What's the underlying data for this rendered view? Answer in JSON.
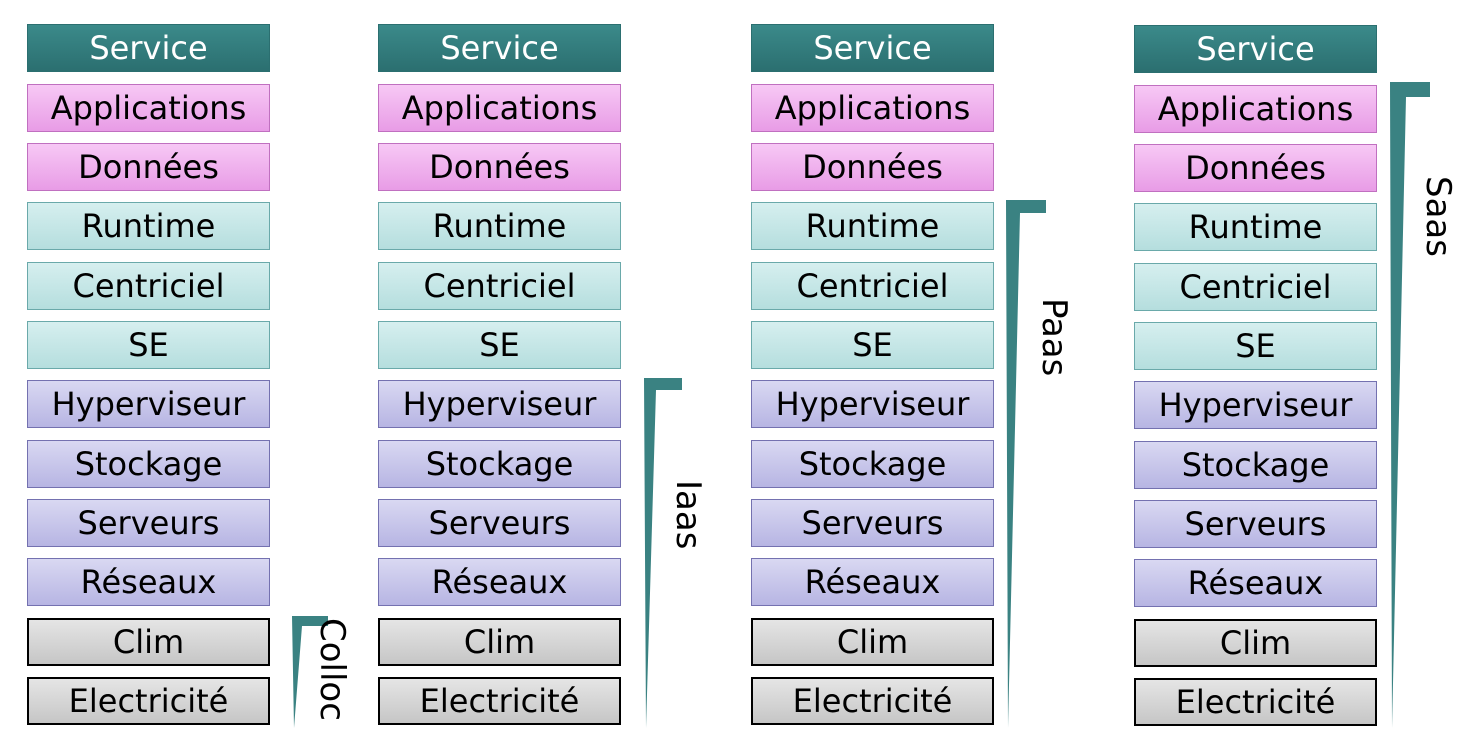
{
  "columns": [
    {
      "layers": [
        "Service",
        "Applications",
        "Données",
        "Runtime",
        "Centriciel",
        "SE",
        "Hyperviseur",
        "Stockage",
        "Serveurs",
        "Réseaux",
        "Clim",
        "Electricité"
      ],
      "bracket_label": "Colloc"
    },
    {
      "layers": [
        "Service",
        "Applications",
        "Données",
        "Runtime",
        "Centriciel",
        "SE",
        "Hyperviseur",
        "Stockage",
        "Serveurs",
        "Réseaux",
        "Clim",
        "Electricité"
      ],
      "bracket_label": "Iaas"
    },
    {
      "layers": [
        "Service",
        "Applications",
        "Données",
        "Runtime",
        "Centriciel",
        "SE",
        "Hyperviseur",
        "Stockage",
        "Serveurs",
        "Réseaux",
        "Clim",
        "Electricité"
      ],
      "bracket_label": "Paas"
    },
    {
      "layers": [
        "Service",
        "Applications",
        "Données",
        "Runtime",
        "Centriciel",
        "SE",
        "Hyperviseur",
        "Stockage",
        "Serveurs",
        "Réseaux",
        "Clim",
        "Electricité"
      ],
      "bracket_label": "Saas"
    }
  ],
  "colors": {
    "service": "#2f7778",
    "applications_data": "#eeb0ec",
    "platform": "#c6e6e6",
    "infrastructure": "#c8c6ec",
    "physical": "#d4d4d4",
    "bracket": "#3a8282"
  }
}
